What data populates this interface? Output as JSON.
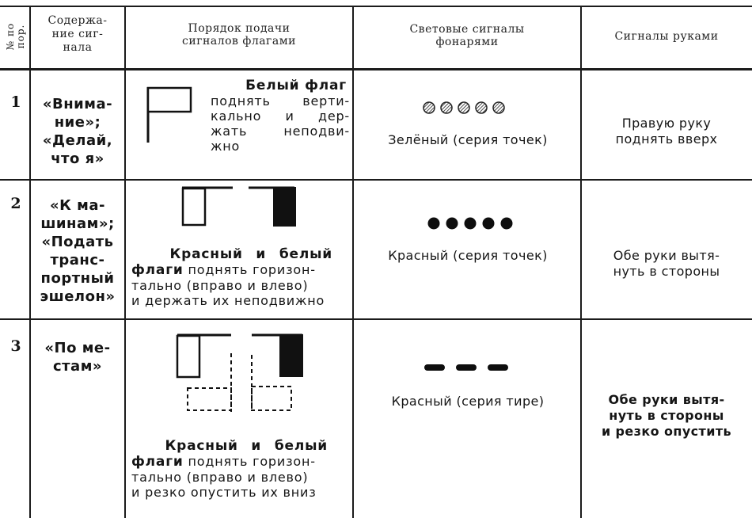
{
  "header": {
    "num": "№ по\nпор.",
    "content": [
      "Содержа-",
      "ние сиг-",
      "нала"
    ],
    "flags": [
      "Порядок подачи",
      "сигналов флагами"
    ],
    "lights": [
      "Световые сигналы",
      "фонарями"
    ],
    "hands": "Сигналы руками"
  },
  "rows": [
    {
      "num": "1",
      "content": [
        "«Внима-",
        "ние»;",
        "«Делай,",
        "что я»"
      ],
      "flag_title": "Белый флаг",
      "flag_lines": [
        "поднять верти-",
        "кально и дер-",
        "жать неподви-",
        "жно"
      ],
      "light": "Зелёный (серия точек)",
      "hands": [
        "Правую руку",
        "поднять вверх"
      ]
    },
    {
      "num": "2",
      "content": [
        "«К ма-",
        "шинам»;",
        "«Подать",
        "транс-",
        "портный",
        "эшелон»"
      ],
      "flag_bold": [
        "Красный и белый",
        "флаги"
      ],
      "flag_lines": [
        "поднять горизон-",
        "тально (вправо и влево)",
        "и держать их неподвижно"
      ],
      "light": "Красный (серия точек)",
      "hands": [
        "Обе руки вытя-",
        "нуть в стороны"
      ]
    },
    {
      "num": "3",
      "content": [
        "«По ме-",
        "стам»"
      ],
      "flag_bold": [
        "Красный и белый",
        "флаги"
      ],
      "flag_lines": [
        "поднять горизон-",
        "тально (вправо и влево)",
        "и резко опустить их вниз"
      ],
      "light": "Красный (серия тире)",
      "hands": [
        "Обе руки вытя-",
        "нуть в стороны",
        "и резко опустить"
      ]
    }
  ],
  "icons": {
    "flag_color_white": "#ffffff",
    "flag_color_red": "#111111",
    "green_dot_color": "#9a9a9a",
    "red_dot_color": "#0e0e0e"
  }
}
